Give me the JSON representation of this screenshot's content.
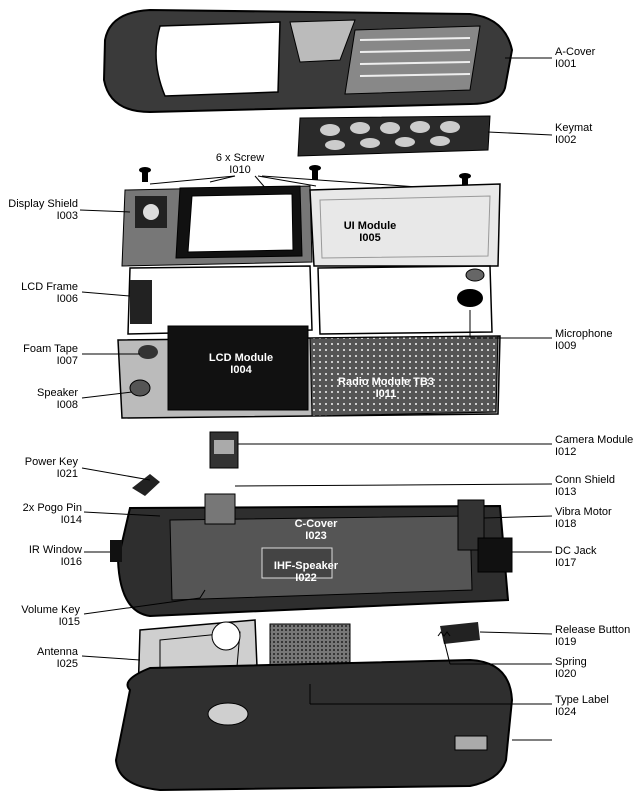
{
  "parts": {
    "a_cover": {
      "name": "A-Cover",
      "code": "I001"
    },
    "keymat": {
      "name": "Keymat",
      "code": "I002"
    },
    "display_shield": {
      "name": "Display Shield",
      "code": "I003"
    },
    "lcd_module": {
      "name": "LCD Module",
      "code": "I004"
    },
    "ui_module": {
      "name": "UI Module",
      "code": "I005"
    },
    "lcd_frame": {
      "name": "LCD Frame",
      "code": "I006"
    },
    "foam_tape": {
      "name": "Foam Tape",
      "code": "I007"
    },
    "speaker": {
      "name": "Speaker",
      "code": "I008"
    },
    "microphone": {
      "name": "Microphone",
      "code": "I009"
    },
    "screw": {
      "name": "6 x Screw",
      "code": "I010"
    },
    "radio_module": {
      "name": "Radio Module TB3",
      "code": "I011"
    },
    "camera_module": {
      "name": "Camera Module",
      "code": "I012"
    },
    "conn_shield": {
      "name": "Conn Shield",
      "code": "I013"
    },
    "pogo_pin": {
      "name": "2x Pogo Pin",
      "code": "I014"
    },
    "volume_key": {
      "name": "Volume Key",
      "code": "I015"
    },
    "ir_window": {
      "name": "IR Window",
      "code": "I016"
    },
    "dc_jack": {
      "name": "DC Jack",
      "code": "I017"
    },
    "vibra_motor": {
      "name": "Vibra Motor",
      "code": "I018"
    },
    "release_button": {
      "name": "Release Button",
      "code": "I019"
    },
    "spring": {
      "name": "Spring",
      "code": "I020"
    },
    "power_key": {
      "name": "Power Key",
      "code": "I021"
    },
    "ihf_speaker": {
      "name": "IHF-Speaker",
      "code": "I022"
    },
    "c_cover": {
      "name": "C-Cover",
      "code": "I023"
    },
    "type_label": {
      "name": "Type Label",
      "code": "I024"
    },
    "antenna": {
      "name": "Antenna",
      "code": "I025"
    }
  }
}
